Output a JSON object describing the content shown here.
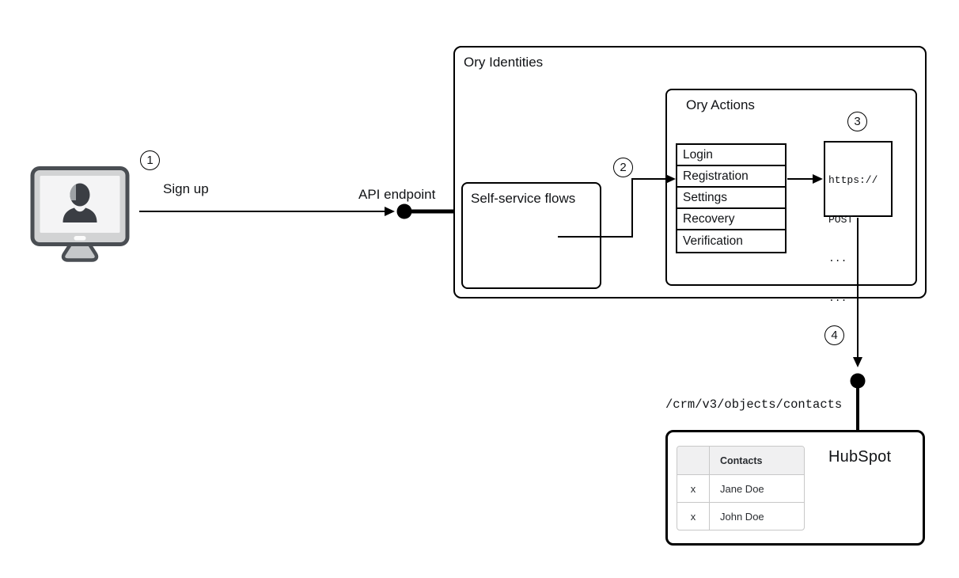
{
  "colors": {
    "line": "#000000",
    "box_border": "#000000",
    "table_border": "#c8c8c8",
    "table_header_bg": "#f0f0f1",
    "monitor_frame": "#4a4e53",
    "monitor_bezel": "#d2d3d4",
    "monitor_screen": "#f4f4f5",
    "silhouette": "#3b3e44",
    "silhouette_highlight": "#9da1a5",
    "stand_fill": "#c6c8ca"
  },
  "steps": [
    {
      "number": "1",
      "label": "Sign up"
    },
    {
      "number": "2"
    },
    {
      "number": "3"
    },
    {
      "number": "4"
    }
  ],
  "client": {
    "icon": "desktop-user-icon"
  },
  "api_endpoint": {
    "label": "API endpoint"
  },
  "ory_identities": {
    "title": "Ory Identities",
    "self_service_flows": {
      "title": "Self-service flows"
    },
    "ory_actions": {
      "title": "Ory Actions",
      "flows": [
        "Login",
        "Registration",
        "Settings",
        "Recovery",
        "Verification"
      ],
      "webhook": {
        "lines": [
          "https://",
          "POST",
          "...",
          "..."
        ]
      }
    }
  },
  "hubspot": {
    "title": "HubSpot",
    "endpoint_path": "/crm/v3/objects/contacts",
    "contacts_table": {
      "header": [
        "",
        "Contacts"
      ],
      "rows": [
        [
          "x",
          "Jane Doe"
        ],
        [
          "x",
          "John Doe"
        ]
      ]
    }
  }
}
